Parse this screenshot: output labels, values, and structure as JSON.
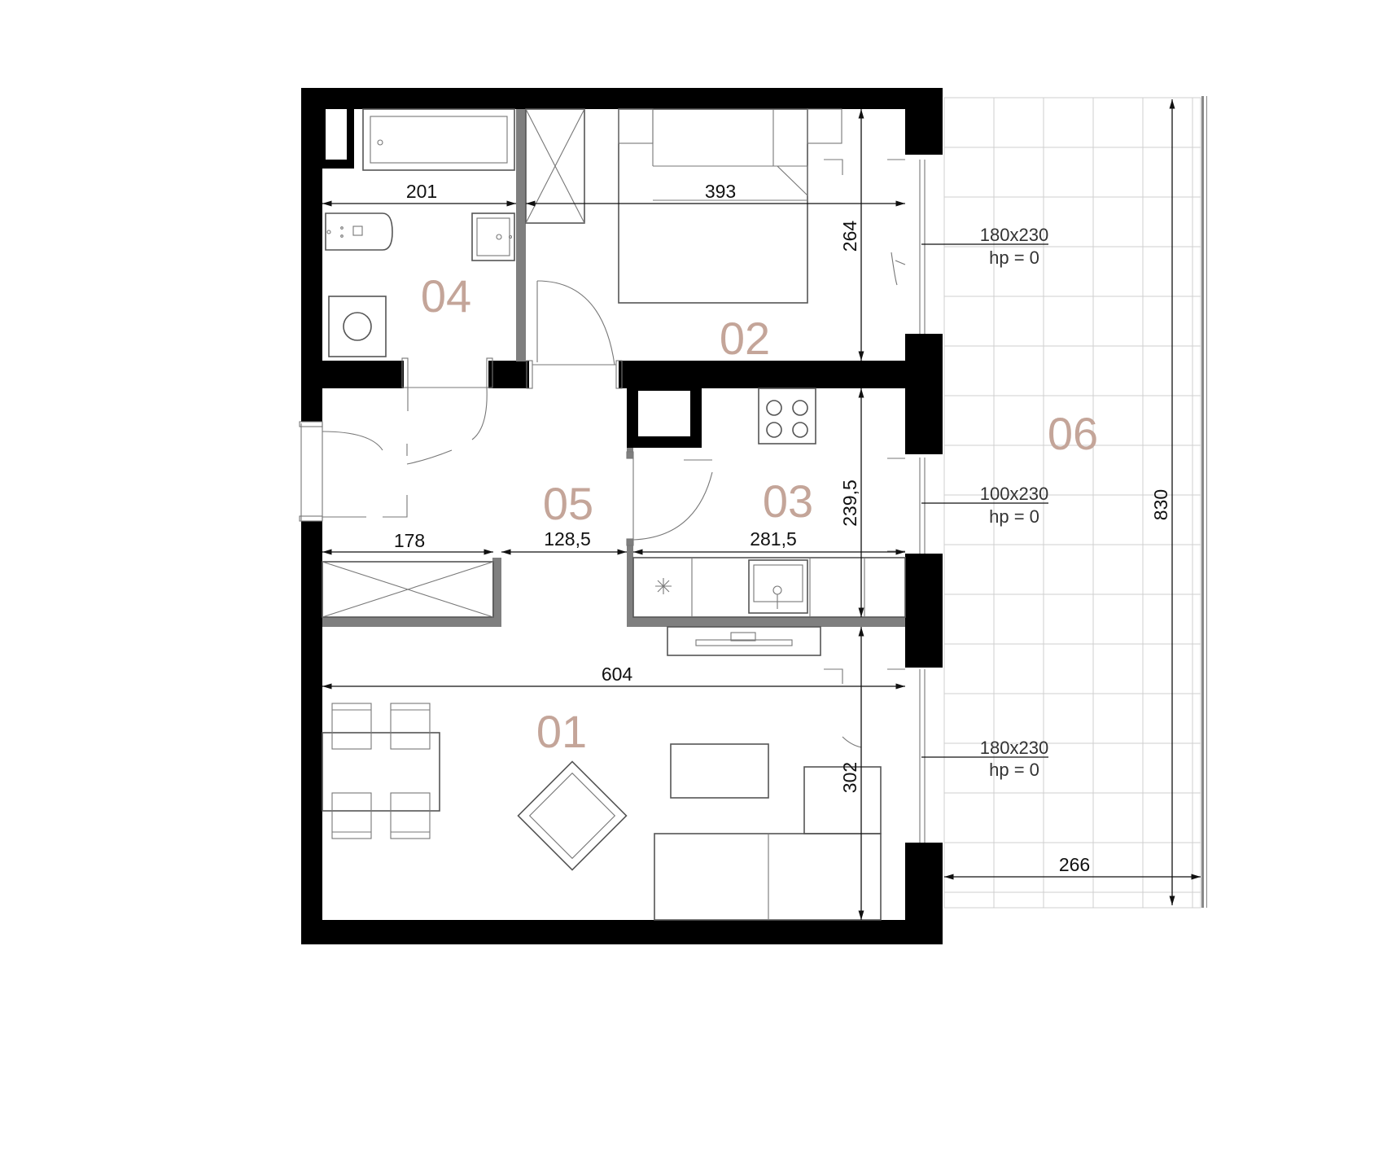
{
  "colors": {
    "room_label": "#c4a599",
    "wall": "#000000",
    "partition": "#7f7f7f",
    "furniture": "#555555",
    "terrace_tiles": "#cfcfcf"
  },
  "rooms": [
    {
      "id": "01",
      "label": "01"
    },
    {
      "id": "02",
      "label": "02"
    },
    {
      "id": "03",
      "label": "03"
    },
    {
      "id": "04",
      "label": "04"
    },
    {
      "id": "05",
      "label": "05"
    },
    {
      "id": "06",
      "label": "06"
    }
  ],
  "dimensions": {
    "d201": "201",
    "d393": "393",
    "d264": "264",
    "d178": "178",
    "d128_5": "128,5",
    "d281_5": "281,5",
    "d239_5": "239,5",
    "d604": "604",
    "d302": "302",
    "d830": "830",
    "d266": "266"
  },
  "windows": [
    {
      "size": "180x230",
      "sill": "hp = 0"
    },
    {
      "size": "100x230",
      "sill": "hp = 0"
    },
    {
      "size": "180x230",
      "sill": "hp = 0"
    }
  ]
}
